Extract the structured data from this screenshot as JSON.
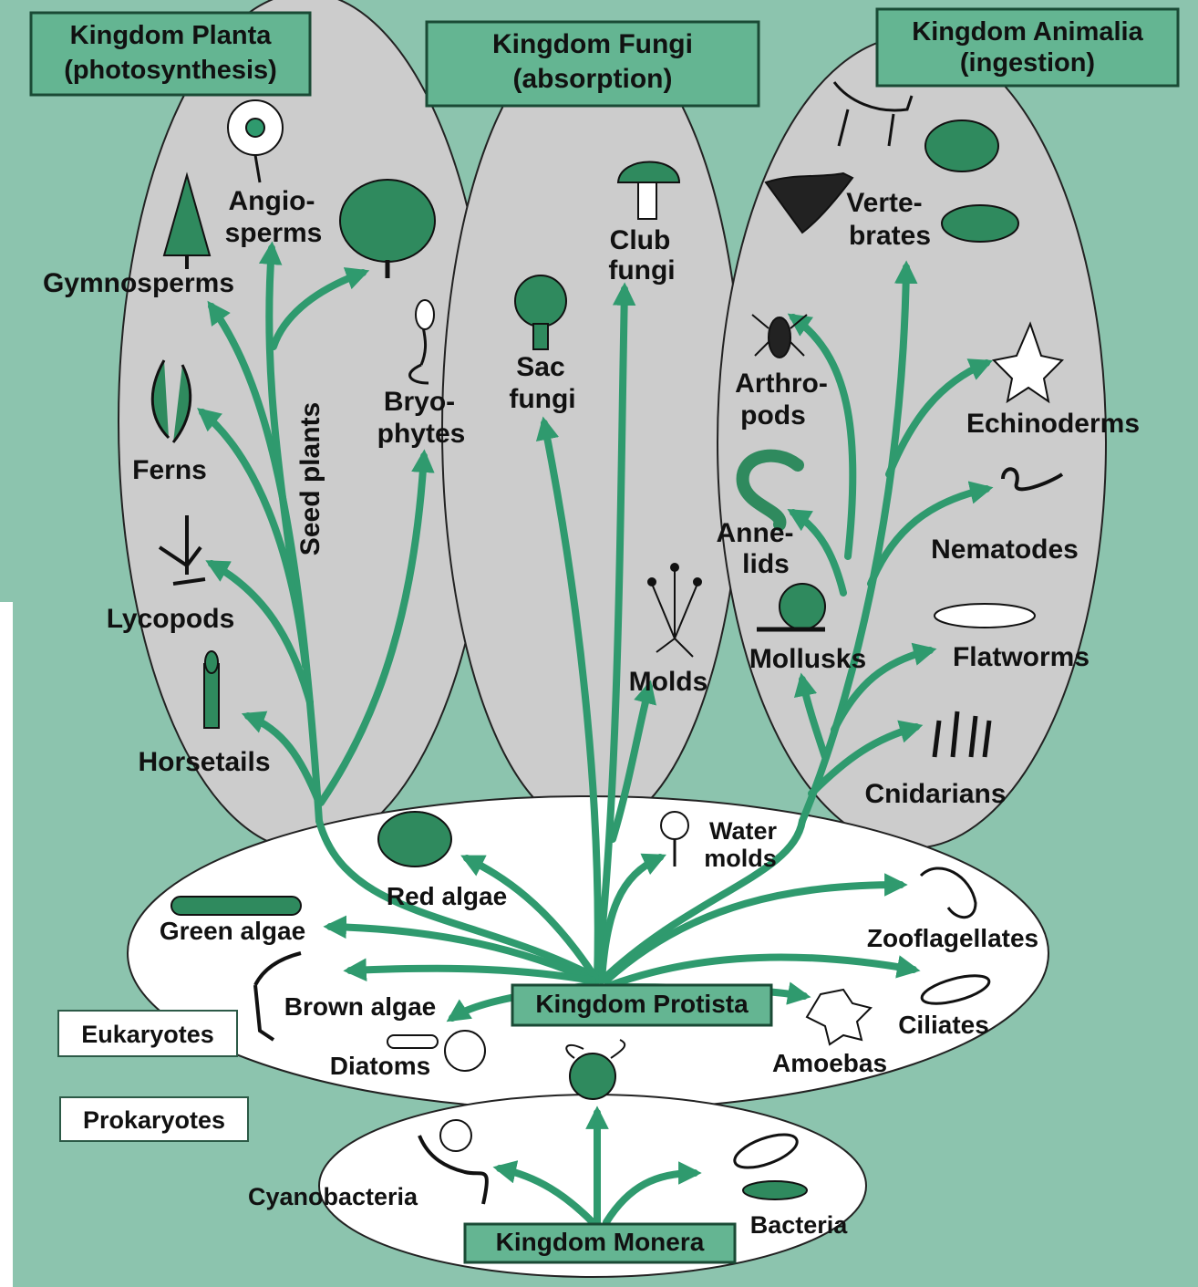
{
  "colors": {
    "background": "#8cc4ae",
    "kingdom_oval": "#cccccc",
    "protist_oval": "#ffffff",
    "arrow": "#2f9a6e",
    "title_box": "#64b592"
  },
  "kingdoms": {
    "planta": {
      "name": "Kingdom Planta",
      "mode": "(photosynthesis)"
    },
    "fungi": {
      "name": "Kingdom Fungi",
      "mode": "(absorption)"
    },
    "animalia": {
      "name": "Kingdom Animalia",
      "mode": "(ingestion)"
    },
    "protista": {
      "name": "Kingdom Protista"
    },
    "monera": {
      "name": "Kingdom Monera"
    }
  },
  "divisions": {
    "eukaryotes": "Eukaryotes",
    "prokaryotes": "Prokaryotes"
  },
  "planta_groups": {
    "angiosperms": [
      "Angio-",
      "sperms"
    ],
    "gymnosperms": "Gymnosperms",
    "seed_plants": "Seed plants",
    "bryophytes": [
      "Bryo-",
      "phytes"
    ],
    "ferns": "Ferns",
    "lycopods": "Lycopods",
    "horsetails": "Horsetails"
  },
  "fungi_groups": {
    "club_fungi": [
      "Club",
      "fungi"
    ],
    "sac_fungi": [
      "Sac",
      "fungi"
    ],
    "molds": "Molds"
  },
  "animalia_groups": {
    "vertebrates": [
      "Verte-",
      "brates"
    ],
    "arthropods": [
      "Arthro-",
      "pods"
    ],
    "echinoderms": "Echinoderms",
    "annelids": [
      "Anne-",
      "lids"
    ],
    "nematodes": "Nematodes",
    "mollusks": "Mollusks",
    "flatworms": "Flatworms",
    "cnidarians": "Cnidarians"
  },
  "protista_groups": {
    "water_molds": [
      "Water",
      "molds"
    ],
    "red_algae": "Red algae",
    "green_algae": "Green algae",
    "zooflagellates": "Zooflagellates",
    "brown_algae": "Brown algae",
    "ciliates": "Ciliates",
    "diatoms": "Diatoms",
    "amoebas": "Amoebas"
  },
  "monera_groups": {
    "cyanobacteria": "Cyanobacteria",
    "bacteria": "Bacteria"
  }
}
